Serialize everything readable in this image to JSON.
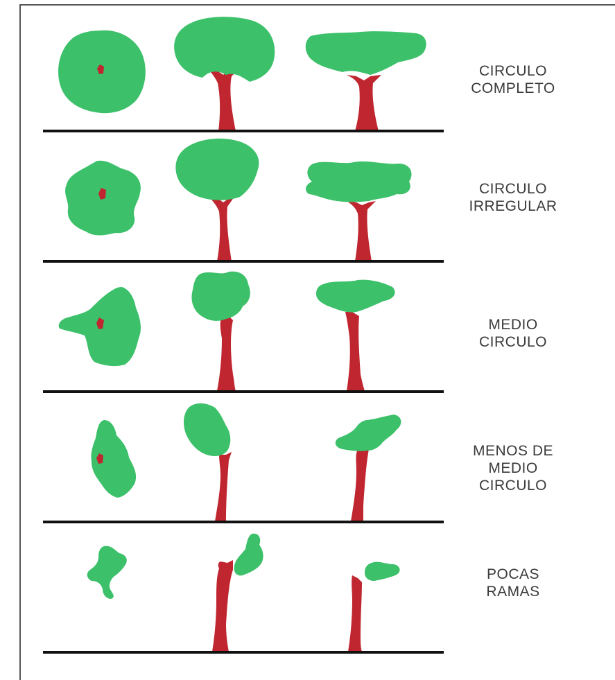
{
  "colors": {
    "canopy": "#3cc06a",
    "trunk": "#c0262f",
    "ground": "#111111",
    "frame": "#555555"
  },
  "rows": [
    {
      "label_lines": [
        "CIRCULO",
        "COMPLETO"
      ]
    },
    {
      "label_lines": [
        "CIRCULO",
        "IRREGULAR"
      ]
    },
    {
      "label_lines": [
        "MEDIO",
        "CIRCULO"
      ]
    },
    {
      "label_lines": [
        "MENOS DE",
        "MEDIO",
        "CIRCULO"
      ]
    },
    {
      "label_lines": [
        "POCAS",
        "RAMAS"
      ]
    }
  ]
}
